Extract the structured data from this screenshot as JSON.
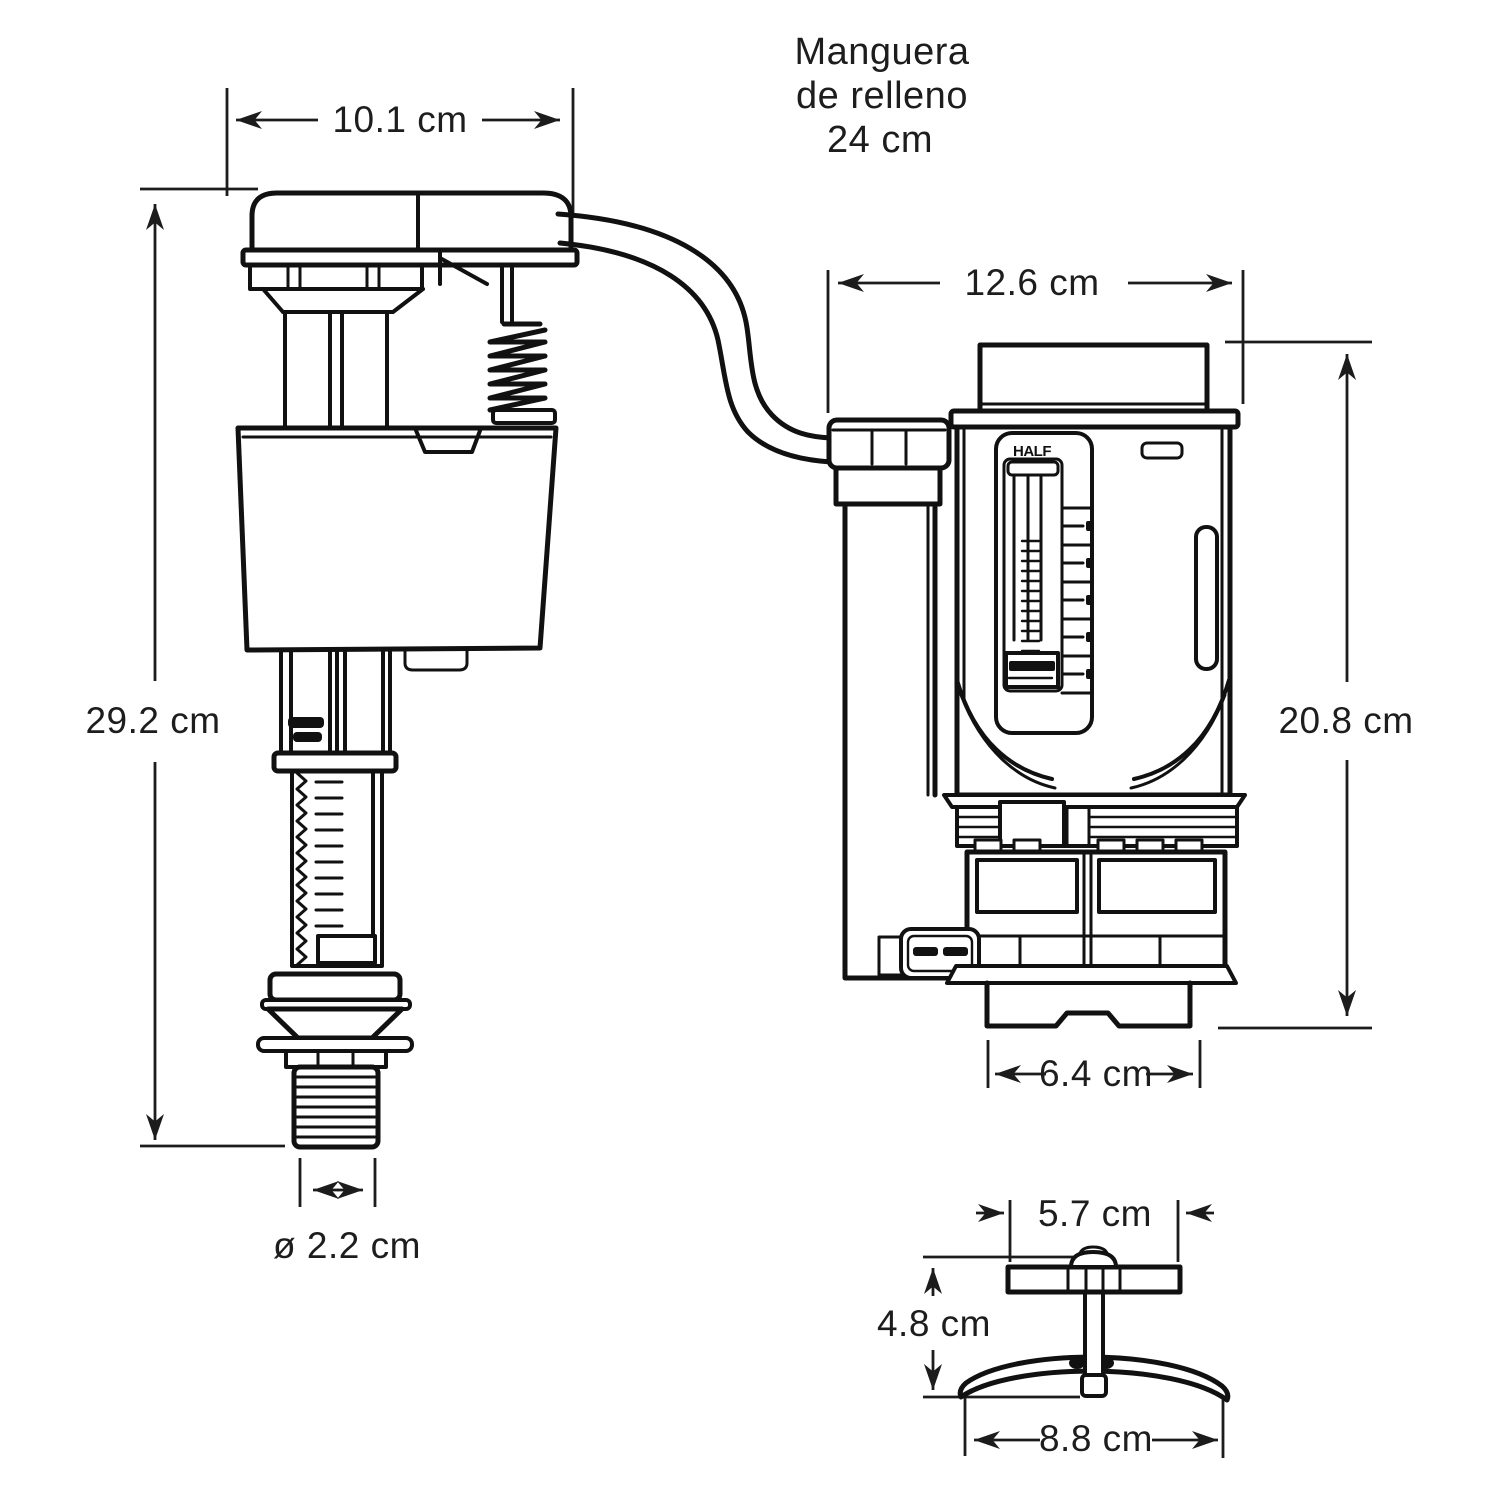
{
  "diagram": {
    "hose_label": {
      "line1": "Manguera",
      "line2": "de relleno",
      "line3": "24 cm"
    },
    "dimensions": {
      "fill_valve_cap_width": "10.1 cm",
      "fill_valve_height": "29.2 cm",
      "fill_shank_diameter": "ø 2.2 cm",
      "flush_valve_width": "12.6 cm",
      "flush_valve_height": "20.8 cm",
      "flush_valve_base_width": "6.4 cm",
      "flapper_plate_width": "5.7 cm",
      "flapper_height": "4.8 cm",
      "flapper_arc_width": "8.8 cm"
    },
    "part_labels": {
      "flush_slider_mode": "HALF"
    },
    "colors": {
      "line": "#111111",
      "background": "#ffffff",
      "text": "#1d1d1d"
    }
  }
}
